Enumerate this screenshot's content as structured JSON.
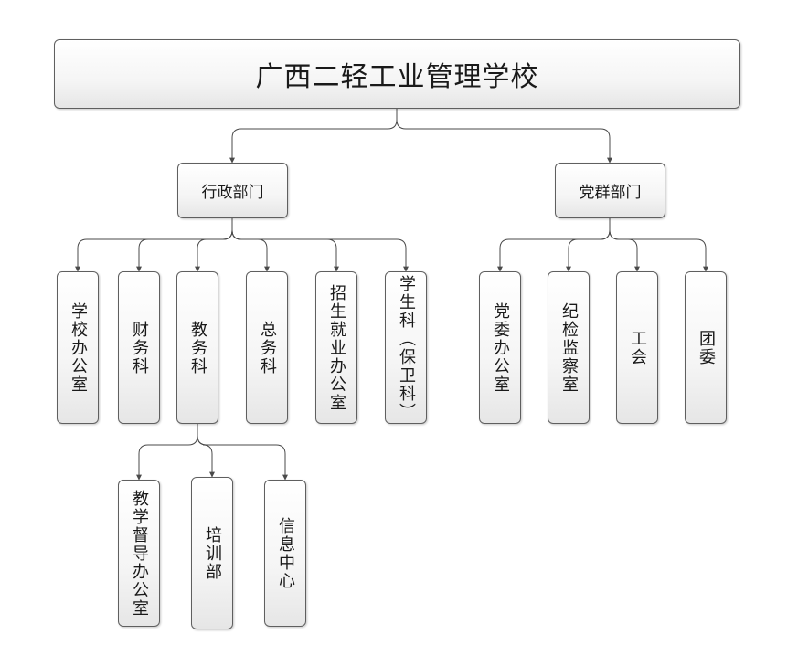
{
  "title": "广西二轻工业管理学校",
  "groups": [
    {
      "label": "行政部门",
      "units": [
        "学校办公室",
        "财务科",
        "教务科",
        "总务科",
        "招生就业办公室",
        "学生科（保卫科）"
      ]
    },
    {
      "label": "党群部门",
      "units": [
        "党委办公室",
        "纪检监察室",
        "工会",
        "团委"
      ]
    }
  ],
  "jiaowu_units": [
    "教学督导办公室",
    "培训部",
    "信息中心"
  ],
  "colors": {
    "line": "#4a4a4a",
    "border": "#5f5f5f"
  }
}
